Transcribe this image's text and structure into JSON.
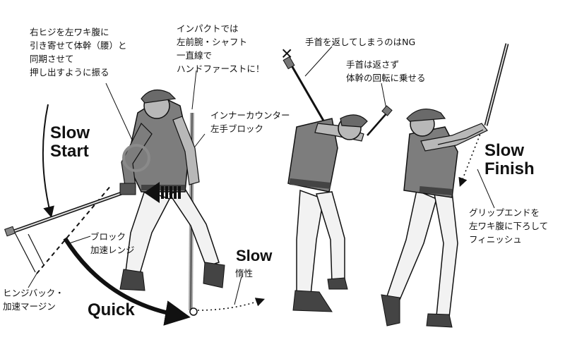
{
  "annotations": {
    "elbow_note": "右ヒジを左ワキ腹に\n引き寄せて体幹（腰）と\n同期させて\n押し出すように振る",
    "impact_note": "インパクトでは\n左前腕・シャフト\n一直線で\nハンドファーストに！",
    "inner_counter": "インナーカウンター\n左手ブロック",
    "wrist_ng": "手首を返してしまうのはNG",
    "wrist_ok": "手首は返さず\n体幹の回転に乗せる",
    "block_range": "ブロック\n加速レンジ",
    "hinge_margin": "ヒンジバック・\n加速マージン",
    "inertia": "惰性",
    "grip_end": "グリップエンドを\n左ワキ腹に下ろして\nフィニッシュ"
  },
  "labels": {
    "slow_start": "Slow\nStart",
    "quick": "Quick",
    "slow": "Slow",
    "slow_finish": "Slow\nFinish"
  },
  "marks": {
    "ng_mark": "×"
  },
  "colors": {
    "shirt": "#7d7d7d",
    "shirt_dark": "#5e5e5e",
    "pants": "#f2f2f2",
    "skin": "#b8b8b8",
    "shaft_gray": "#a8a8a8",
    "line": "#111111"
  }
}
